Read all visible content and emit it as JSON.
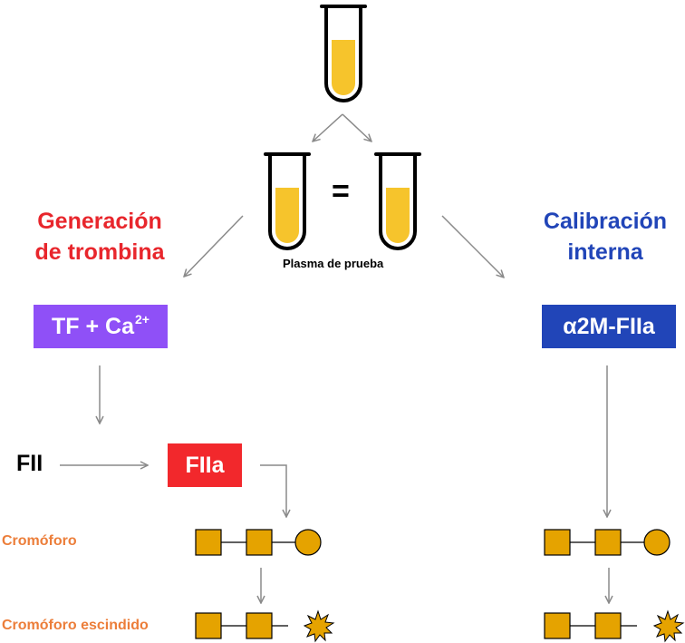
{
  "sample_label": "Plasma de prueba",
  "equals_sign": "=",
  "left_heading": {
    "line1": "Generación",
    "line2": "de trombina"
  },
  "right_heading": {
    "line1": "Calibración",
    "line2": "interna"
  },
  "tf_box": {
    "label": "TF + Ca",
    "superscript": "2+",
    "color": "#8f50f7"
  },
  "a2m_box": {
    "label": "α2M-FIIa",
    "color": "#2145b8"
  },
  "fii_label": "FII",
  "fiia_box": {
    "label": "FIIa",
    "color": "#f2282c"
  },
  "chromophore_label": "Cromóforo",
  "cleaved_chromophore_label": "Cromóforo escindido",
  "colors": {
    "tube_liquid": "#f6c42c",
    "chromophore_unit": "#e5a300",
    "arrow": "#8a8a8a",
    "label_orange": "#ec7e3a",
    "heading_red": "#e8262c",
    "heading_blue": "#2145b8"
  }
}
